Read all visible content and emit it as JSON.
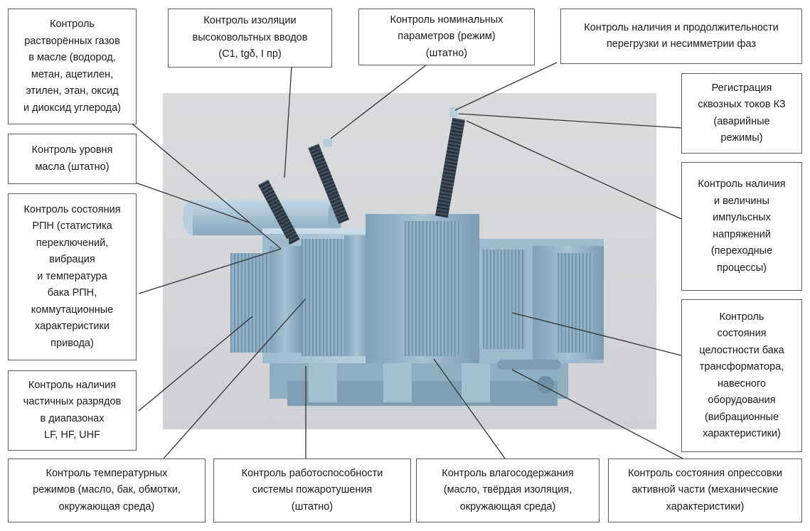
{
  "callouts": {
    "gases": "Контроль\nрастворённых газов\nв масле (водород,\nметан, ацетилен,\nэтилен, этан, оксид\nи диоксид углерода)",
    "bushings": "Контроль изоляции\nвысоковольтных вводов\n(С1, tgδ, I пр)",
    "nominal": "Контроль номинальных\nпараметров (режим)\n(штатно)",
    "overload": "Контроль наличия и продолжительности\nперегрузки и несимметрии фаз",
    "oil_level": "Контроль уровня\nмасла (штатно)",
    "short_circuit": "Регистрация\nсквозных токов КЗ\n(аварийные\nрежимы)",
    "oltc": "Контроль состояния\nРПН (статистика\nпереключений,\nвибрация\nи температура\nбака РПН,\nкоммутационные\nхарактеристики\nпривода)",
    "impulse": "Контроль наличия\nи величины\nимпульсных\nнапряжений\n(переходные\nпроцессы)",
    "tank": "Контроль\nсостояния\nцелостности бака\nтрансформатора,\nнавесного\nоборудования\n(вибрационные\nхарактеристики)",
    "partial_discharge": "Контроль наличия\nчастичных разрядов\nв диапазонах\nLF, HF, UHF",
    "temperature": "Контроль температурных\nрежимов (масло, бак, обмотки,\nокружающая среда)",
    "fire": "Контроль работоспособности\nсистемы пожаротушения\n(штатно)",
    "moisture": "Контроль влагосодержания\n(масло, твёрдая изоляция,\nокружающая среда)",
    "active_part": "Контроль состояния опрессовки\nактивной части (механические\nхарактеристики)"
  },
  "colors": {
    "tank": "#a9c4d6",
    "tank_dark": "#7f9fb6",
    "radiator": "#8fb0c6",
    "bushing": "#2a3440",
    "logo": "#c0262d",
    "leader": "#333333",
    "background": "#d6d8db"
  }
}
